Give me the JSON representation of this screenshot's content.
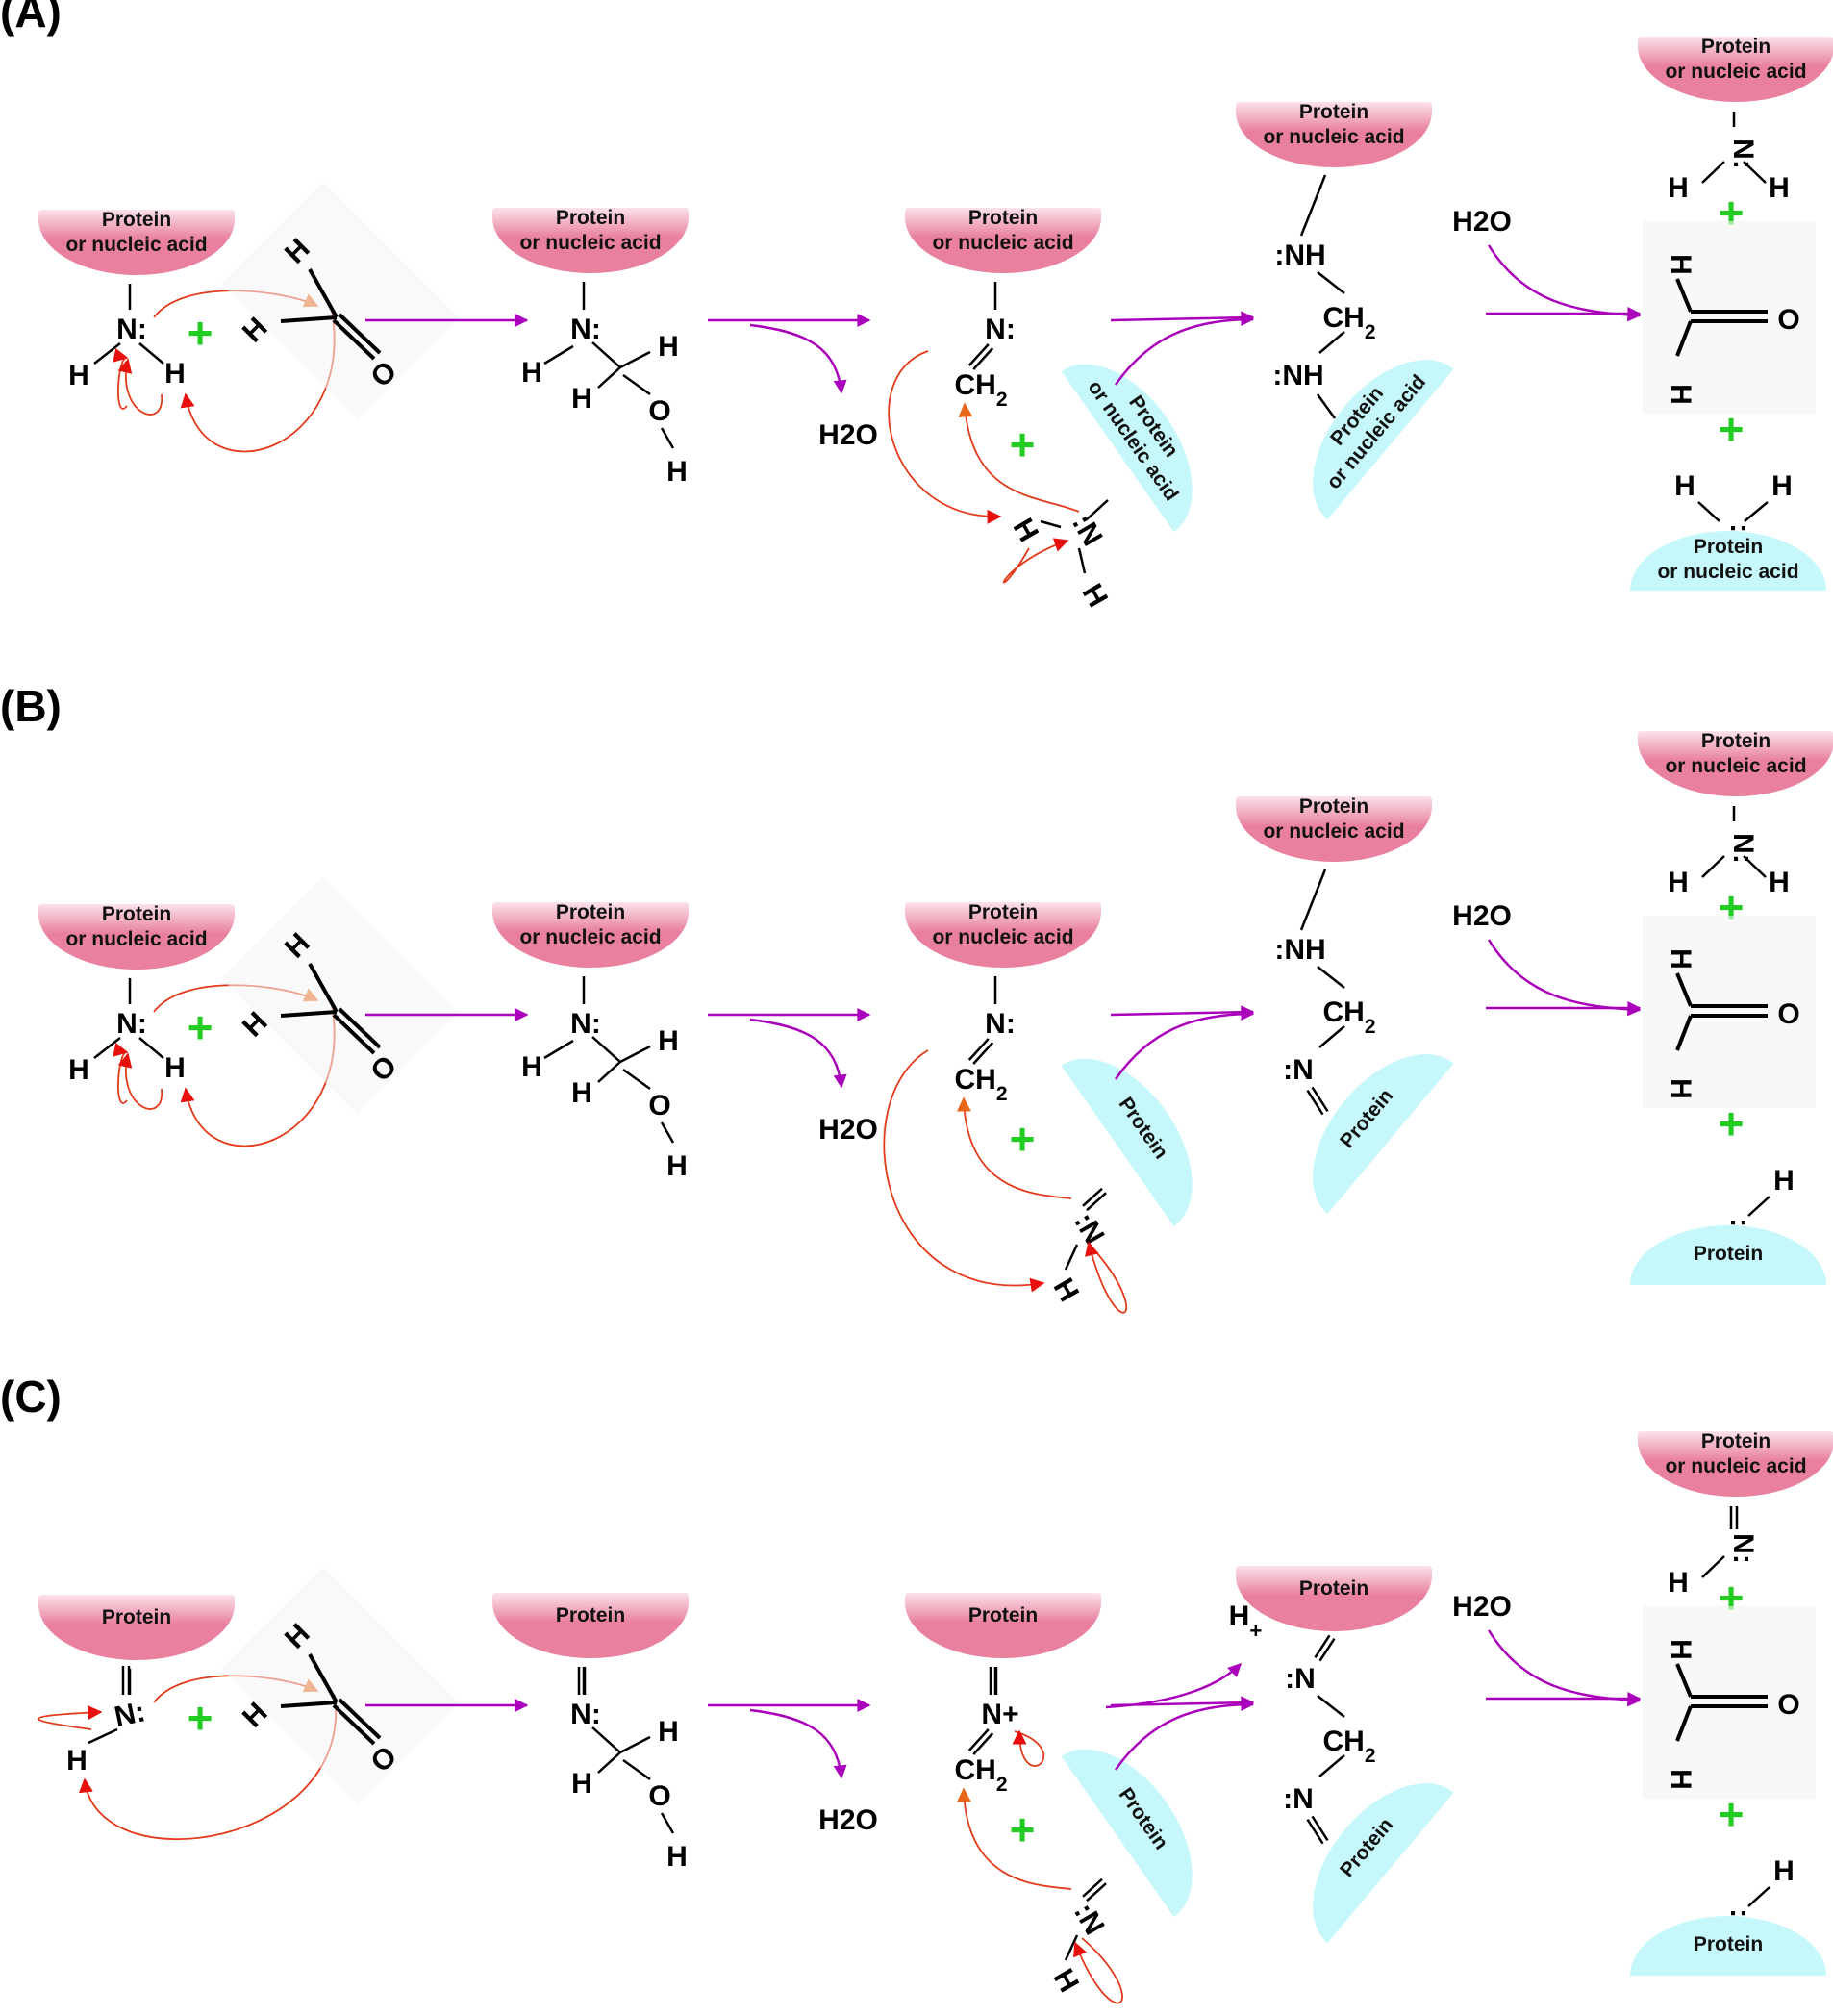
{
  "figure": {
    "panels": [
      {
        "id": "A",
        "label": "(A)",
        "reactant_blob": "Protein or nucleic acid",
        "intermediate_blob": "Protein or nucleic acid",
        "imine_blob": "Protein or nucleic acid",
        "attacker_blob": "Protein or nucleic acid",
        "product_top_blob": "Protein or nucleic acid",
        "product_bottom_blob": "Protein or nucleic acid",
        "reversal_top_blob": "Protein or nucleic acid",
        "reversal_bottom_blob": "Protein or nucleic acid",
        "crosslink_top_group": ":NH",
        "crosslink_bottom_group": ":NH",
        "water_out": "H2O",
        "water_in": "H2O"
      },
      {
        "id": "B",
        "label": "(B)",
        "reactant_blob": "Protein or nucleic acid",
        "intermediate_blob": "Protein or nucleic acid",
        "imine_blob": "Protein or nucleic acid",
        "attacker_blob": "Protein",
        "product_top_blob": "Protein or nucleic acid",
        "product_bottom_blob": "Protein",
        "reversal_top_blob": "Protein or nucleic acid",
        "reversal_bottom_blob": "Protein",
        "crosslink_top_group": ":NH",
        "crosslink_bottom_group": ":N",
        "water_out": "H2O",
        "water_in": "H2O"
      },
      {
        "id": "C",
        "label": "(C)",
        "reactant_blob": "Protein",
        "intermediate_blob": "Protein",
        "imine_blob": "Protein",
        "attacker_blob": "Protein",
        "product_top_blob": "Protein",
        "product_bottom_blob": "Protein",
        "reversal_top_blob": "Protein or nucleic acid",
        "reversal_bottom_blob": "Protein",
        "crosslink_top_group": ":N",
        "crosslink_bottom_group": ":N",
        "released_proton": "H+",
        "water_out": "H2O",
        "water_in": "H2O"
      }
    ],
    "atoms": {
      "N_lone": "N:",
      "N_plus": "N+",
      "N_colon": ":N",
      "H": "H",
      "O": "O",
      "CH2": "CH2",
      "plus_sign": "+"
    },
    "colors": {
      "top_blob": "#e9809e",
      "bottom_blob": "#c6f8fb",
      "reaction_arrow": "#aa00bb",
      "electron_arrow": "#e23a1a",
      "plus": "#22cc22"
    }
  }
}
